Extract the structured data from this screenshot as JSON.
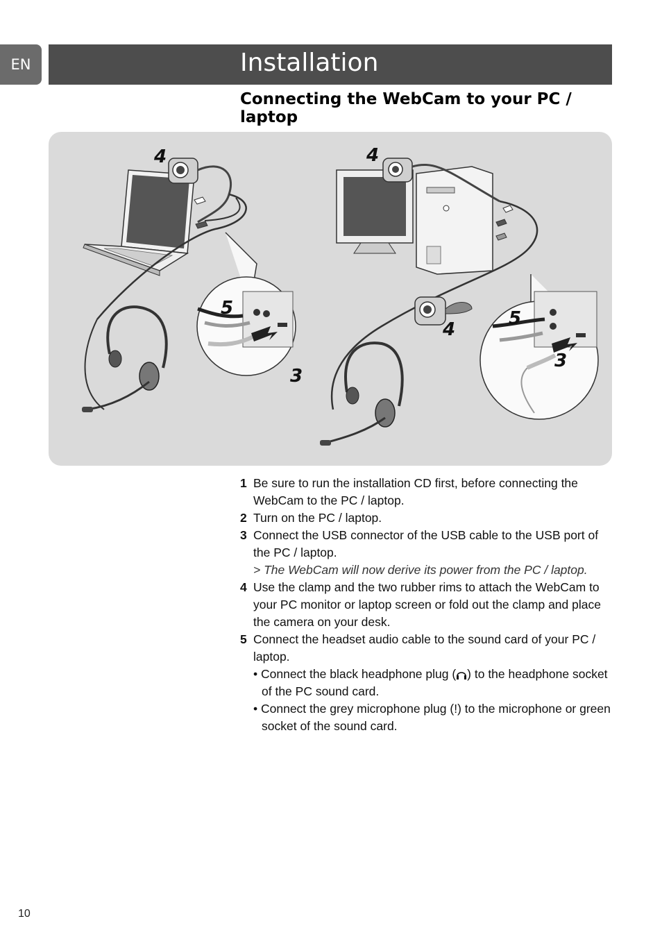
{
  "header": {
    "lang": "EN",
    "title": "Installation"
  },
  "section": {
    "heading": "Connecting the WebCam to your PC / laptop"
  },
  "figure": {
    "callouts": {
      "laptop_webcam": "4",
      "pc_webcam": "4",
      "laptop_audio": "5",
      "laptop_usb": "3",
      "desk_webcam": "4",
      "pc_audio": "5",
      "pc_usb": "3"
    }
  },
  "steps": [
    {
      "num": "1",
      "text": "Be sure to run the installation CD first, before connecting the WebCam to the PC / laptop."
    },
    {
      "num": "2",
      "text": "Turn on the PC / laptop."
    },
    {
      "num": "3",
      "text": "Connect the USB connector of the USB cable to the USB port of the PC / laptop.",
      "note": "> The WebCam will now derive its power from the PC / laptop."
    },
    {
      "num": "4",
      "text": "Use the clamp and the two rubber rims to attach the WebCam to your PC monitor or laptop screen or fold out the clamp and place the camera on your desk."
    },
    {
      "num": "5",
      "text": "Connect the headset audio cable to the sound card of your PC / laptop.",
      "bullet1_before": "• Connect the black headphone plug (",
      "bullet1_after": ") to the headphone socket of the PC sound card.",
      "bullet2": "• Connect the grey microphone plug (!) to the microphone or green socket of the sound card."
    }
  ],
  "footer": {
    "page_number": "10"
  }
}
